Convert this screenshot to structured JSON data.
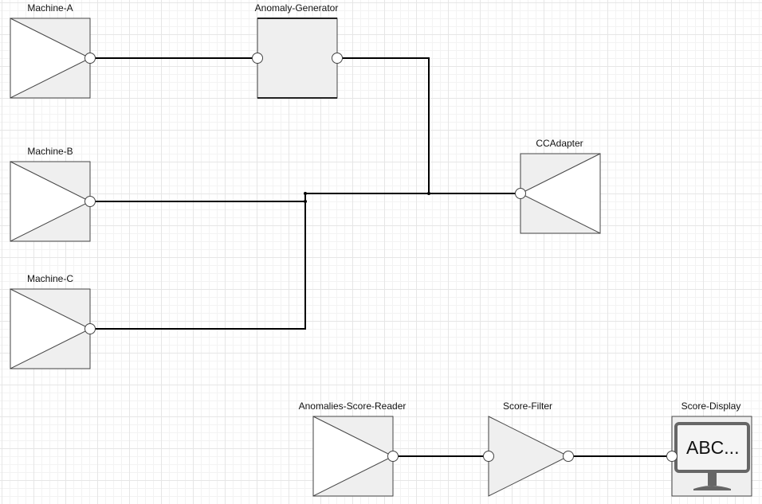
{
  "colors": {
    "node_fill": "#efefef",
    "node_stroke": "#444444",
    "wire": "#000000",
    "port_fill": "#ffffff"
  },
  "nodes": {
    "machine_a": {
      "label": "Machine-A",
      "kind": "source"
    },
    "anomaly_generator": {
      "label": "Anomaly-Generator",
      "kind": "processor"
    },
    "machine_b": {
      "label": "Machine-B",
      "kind": "source"
    },
    "ccadapter": {
      "label": "CCAdapter",
      "kind": "sink"
    },
    "machine_c": {
      "label": "Machine-C",
      "kind": "source"
    },
    "anomalies_score_reader": {
      "label": "Anomalies-Score-Reader",
      "kind": "source"
    },
    "score_filter": {
      "label": "Score-Filter",
      "kind": "filter"
    },
    "score_display": {
      "label": "Score-Display",
      "kind": "display",
      "screen_text": "ABC..."
    }
  },
  "edges": [
    {
      "from": "machine_a",
      "to": "anomaly_generator"
    },
    {
      "from": "anomaly_generator",
      "to": "ccadapter"
    },
    {
      "from": "machine_b",
      "to": "ccadapter"
    },
    {
      "from": "machine_c",
      "to": "ccadapter"
    },
    {
      "from": "anomalies_score_reader",
      "to": "score_filter"
    },
    {
      "from": "score_filter",
      "to": "score_display"
    }
  ]
}
